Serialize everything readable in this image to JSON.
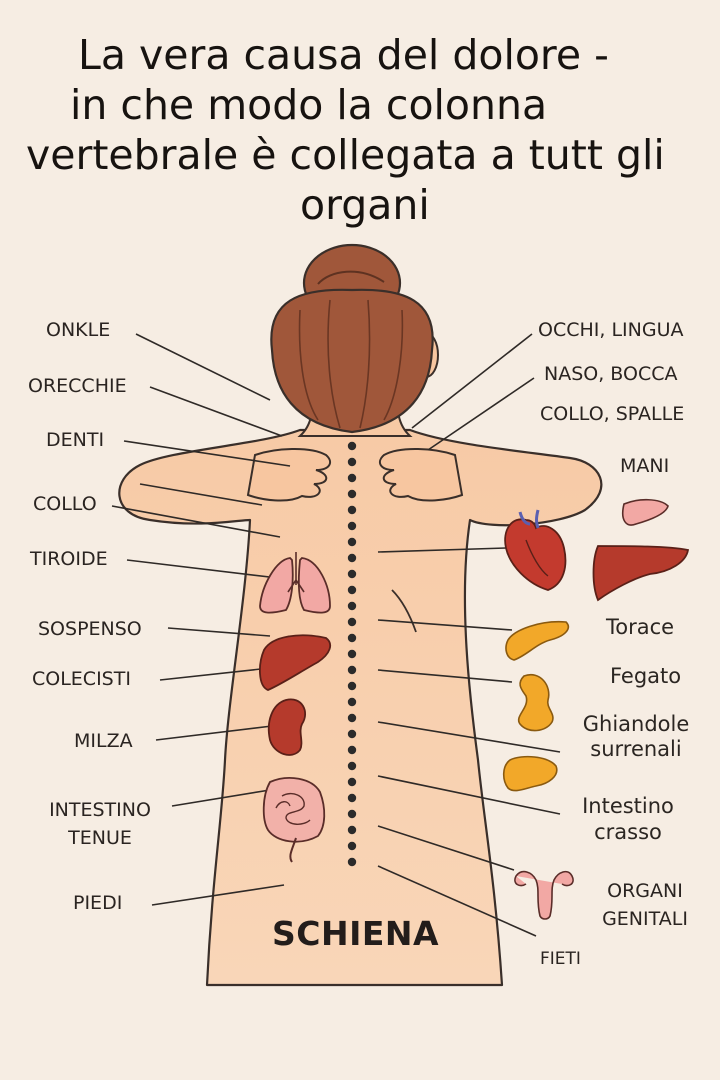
{
  "title_lines": [
    "La vera causa del dolore -",
    "in che modo la colonna",
    "vertebrale è collegata a tutt gli",
    "organi"
  ],
  "back_label": "SCHIENA",
  "left_labels": [
    "ONKLE",
    "ORECCHIE",
    "DENTI",
    "COLLO",
    "TIROIDE",
    "SOSPENSO",
    "COLECISTI",
    "MILZA",
    "INTESTINO\nTENUE",
    "PIEDI"
  ],
  "right_labels": [
    "OCCHI, LINGUA",
    "NASO, BOCCA",
    "COLLO, SPALLE",
    "MANI",
    "Torace",
    "Fegato",
    "Ghiandole\nsurrenali",
    "Intestino\ncrasso",
    "ORGANI\nGENITALI",
    "FIETI"
  ],
  "icons": [
    "lungs-icon",
    "liver-icon",
    "kidney-icon",
    "intestine-icon",
    "heart-icon",
    "pancreas-icon",
    "liver-right-icon",
    "stomach-icon",
    "kidney-right-icon",
    "small-organ-icon",
    "uterus-icon",
    "hair-bun-icon"
  ],
  "colors": {
    "background": "#f6ede3",
    "skin": "#f8cda9",
    "hair": "#a0573a",
    "organ_red": "#b53a2c",
    "organ_orange": "#f2a829",
    "organ_pink": "#f2a8a4",
    "spine_dots": "#2b2b2b"
  }
}
